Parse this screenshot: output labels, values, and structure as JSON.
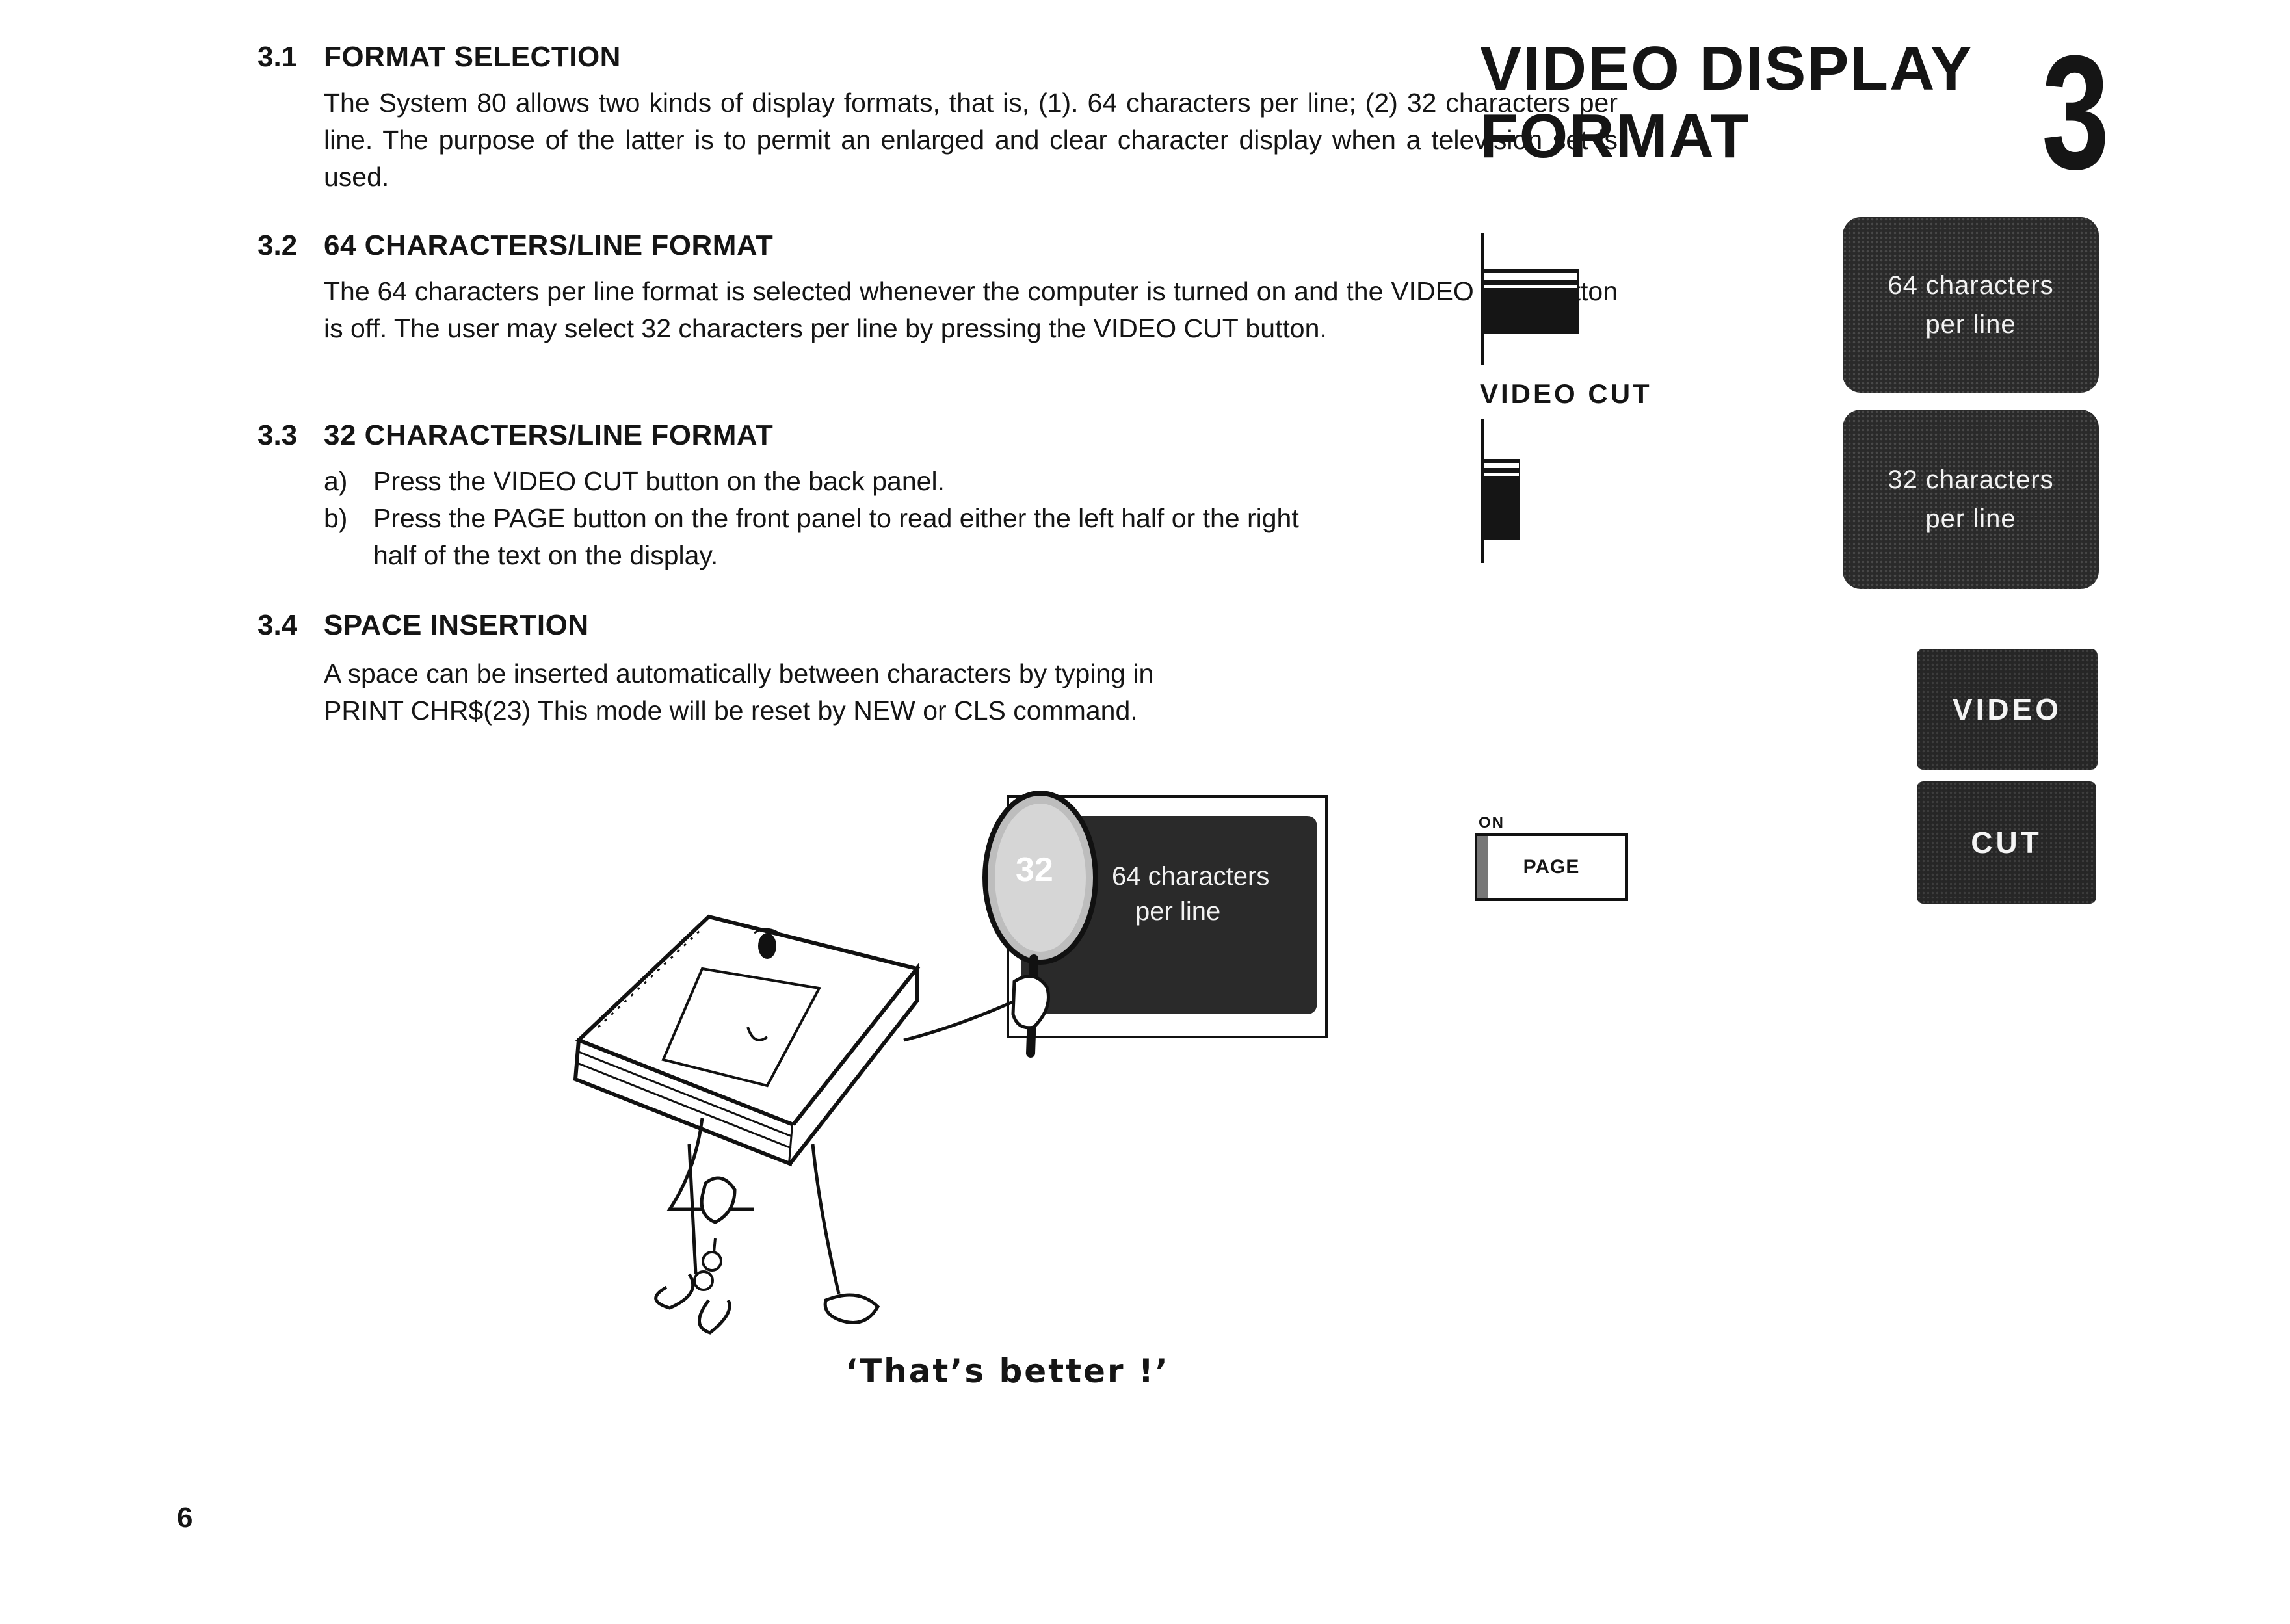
{
  "sections": [
    {
      "number": "3.1",
      "title": "FORMAT SELECTION",
      "body": "The System 80 allows two kinds of display formats, that is, (1). 64 characters per line; (2) 32 characters per line. The purpose of the latter is to permit an enlarged and clear character display when a television set is used."
    },
    {
      "number": "3.2",
      "title": "64 CHARACTERS/LINE FORMAT",
      "body": "The 64 characters per line format is selected whenever the computer is turned on and the VIDEO CUT button is off. The user may select 32 characters per line by pressing the VIDEO CUT button."
    },
    {
      "number": "3.3",
      "title": "32 CHARACTERS/LINE FORMAT",
      "items": [
        {
          "label": "a)",
          "text": "Press the VIDEO CUT button on the back panel."
        },
        {
          "label": "b)",
          "line1": "Press the PAGE button on the front panel to read either the left half or the right",
          "line2": "half of the text on the display."
        }
      ]
    },
    {
      "number": "3.4",
      "title": "SPACE INSERTION",
      "line1": "A space can be inserted automatically between characters by typing in",
      "line2": "PRINT CHR$(23)  This mode will be reset by NEW or CLS command."
    }
  ],
  "header": {
    "title_line1": "VIDEO DISPLAY",
    "title_line2": "FORMAT",
    "chapter": "3"
  },
  "right_panel": {
    "switch_label": "VIDEO CUT",
    "screen1_line1": "64 characters",
    "screen1_line2": "per line",
    "screen2_line1": "32 characters",
    "screen2_line2": "per line",
    "button_top": "VIDEO",
    "button_bottom": "CUT",
    "on_label": "ON",
    "page_button": "PAGE"
  },
  "illustration": {
    "lens_text": "32",
    "tv_line1": "64 characters",
    "tv_line2": "per line",
    "caption": "‘That’s better !’"
  },
  "footer": {
    "page_number": "6"
  }
}
